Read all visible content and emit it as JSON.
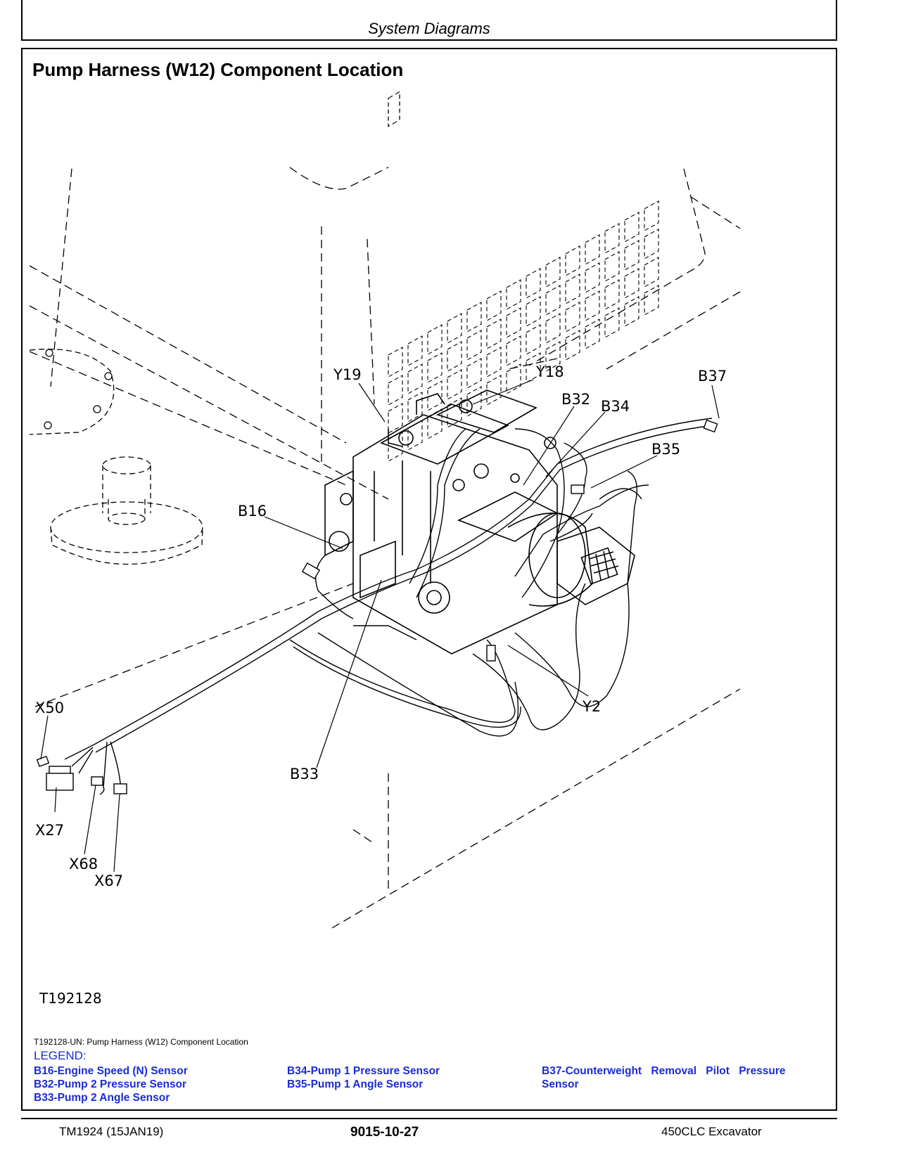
{
  "header": {
    "section": "System Diagrams"
  },
  "title": "Pump Harness (W12) Component Location",
  "callouts": {
    "y19": "Y19",
    "y18": "Y18",
    "b37": "B37",
    "b32": "B32",
    "b34": "B34",
    "b35": "B35",
    "b16": "B16",
    "x50": "X50",
    "y2": "Y2",
    "b33": "B33",
    "x27": "X27",
    "x68": "X68",
    "x67": "X67"
  },
  "figure_id": "T192128",
  "caption": "T192128-UN: Pump Harness (W12) Component Location",
  "legend": {
    "title": "LEGEND:",
    "col1": [
      "B16-Engine Speed (N) Sensor",
      "B32-Pump 2 Pressure Sensor",
      "B33-Pump 2 Angle Sensor"
    ],
    "col2": [
      "B34-Pump 1 Pressure Sensor",
      "B35-Pump 1 Angle Sensor"
    ],
    "col3": [
      "B37-Counterweight Removal Pilot Pressure",
      "Sensor"
    ]
  },
  "footer": {
    "left": "TM1924 (15JAN19)",
    "center": "9015-10-27",
    "right": "450CLC Excavator"
  }
}
